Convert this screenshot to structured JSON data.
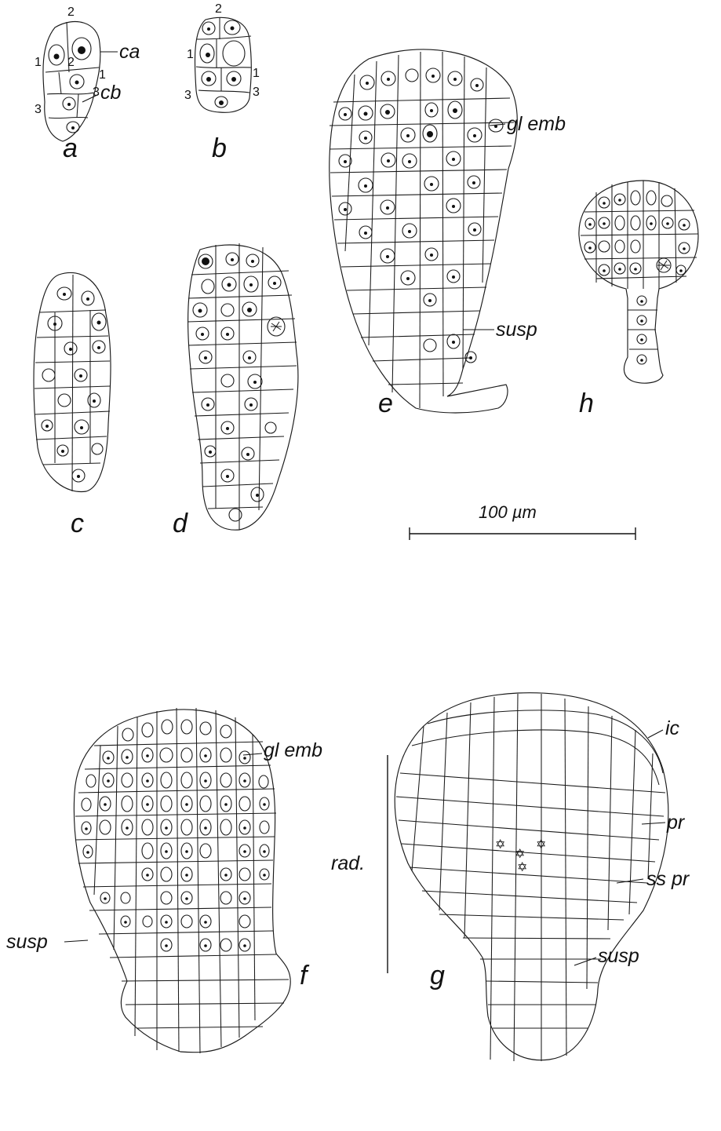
{
  "panels": {
    "a": "a",
    "b": "b",
    "c": "c",
    "d": "d",
    "e": "e",
    "f": "f",
    "g": "g",
    "h": "h"
  },
  "annotations": {
    "ca": "ca",
    "cb": "cb",
    "gl_emb_e": "gl emb",
    "susp_e": "susp",
    "gl_emb_f": "gl emb",
    "susp_f": "susp",
    "ic": "ic",
    "pr": "pr",
    "ss_pr": "ss pr",
    "susp_g": "susp",
    "rad": "rad."
  },
  "division_numbers": {
    "a": [
      "2",
      "2",
      "1",
      "1",
      "3",
      "3"
    ],
    "b": [
      "2",
      "1",
      "1",
      "3",
      "3"
    ]
  },
  "scale_bar": {
    "label": "100 µm"
  },
  "colors": {
    "ink": "#111111",
    "paper": "#ffffff"
  }
}
